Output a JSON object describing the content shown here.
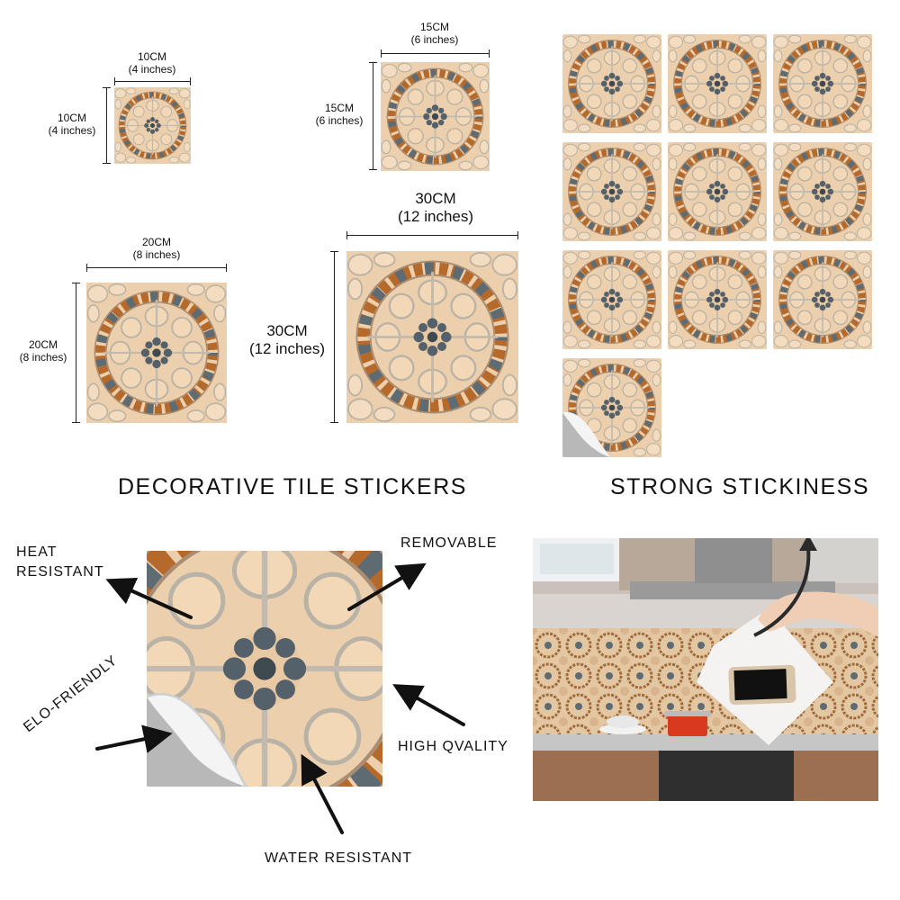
{
  "sizes": {
    "s10": {
      "w": "10CM",
      "w_in": "(4 inches)",
      "h": "10CM",
      "h_in": "(4 inches)"
    },
    "s15": {
      "w": "15CM",
      "w_in": "(6 inches)",
      "h": "15CM",
      "h_in": "(6 inches)"
    },
    "s20": {
      "w": "20CM",
      "w_in": "(8 inches)",
      "h": "20CM",
      "h_in": "(8 inches)"
    },
    "s30": {
      "w": "30CM",
      "w_in": "(12 inches)",
      "h": "30CM",
      "h_in": "(12 inches)"
    }
  },
  "headings": {
    "left": "DECORATIVE TILE STICKERS",
    "right": "STRONG STICKINESS"
  },
  "features": {
    "heat_1": "HEAT",
    "heat_2": "RESISTANT",
    "removable": "REMOVABLE",
    "eco": "ELO-FRIENDLY",
    "quality": "HIGH QVALITY",
    "water": "WATER RESISTANT"
  },
  "grid": {
    "tile_count": 10,
    "columns": 3
  },
  "colors": {
    "tile_base": "#e9c9a3",
    "pebble_orange": "#b5692a",
    "pebble_gray": "#5f6b73",
    "grout": "#b9b2a6",
    "peel_gray": "#b8b8b8"
  }
}
